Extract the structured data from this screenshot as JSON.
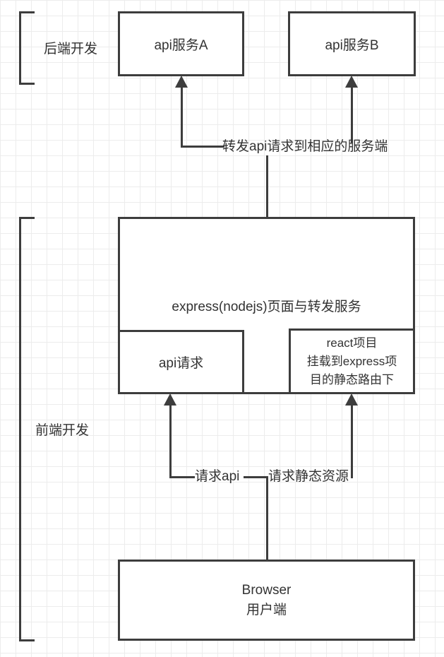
{
  "meta": {
    "line_color": "#3d3d3d",
    "text_color": "#333333",
    "grid_color": "#ececec",
    "background_color": "#ffffff"
  },
  "groups": {
    "backend": {
      "label": "后端开发"
    },
    "frontend": {
      "label": "前端开发"
    }
  },
  "nodes": {
    "api_service_a": {
      "label": "api服务A"
    },
    "api_service_b": {
      "label": "api服务B"
    },
    "express_server": {
      "label": "express(nodejs)页面与转发服务"
    },
    "api_request": {
      "label": "api请求"
    },
    "react_static": {
      "lines": [
        "react项目",
        "挂载到express项",
        "目的静态路由下"
      ]
    },
    "browser": {
      "lines": [
        "Browser",
        "用户端"
      ]
    }
  },
  "edges": {
    "forward_api_label": "转发api请求到相应的服务端",
    "request_api_label": "请求api",
    "request_static_label": "请求静态资源"
  }
}
